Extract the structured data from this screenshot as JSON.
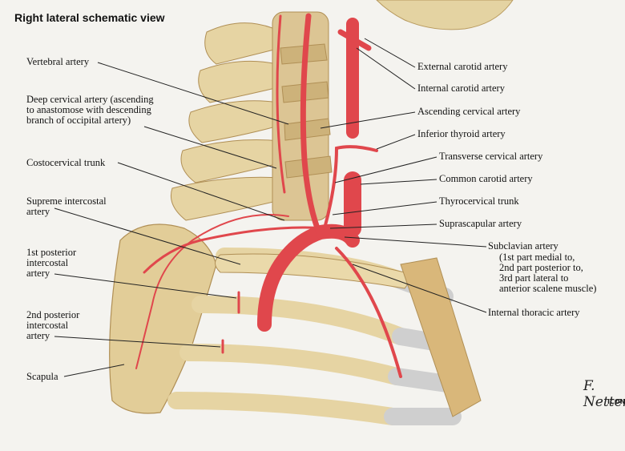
{
  "title": "Right lateral schematic view",
  "labels": {
    "vertebral": "Vertebral artery",
    "deep_cervical": "Deep cervical artery (ascending\nto anastomose with descending\nbranch of occipital artery)",
    "costocervical": "Costocervical trunk",
    "supreme_intercostal": "Supreme intercostal\nartery",
    "first_posterior": "1st posterior\nintercostal\nartery",
    "second_posterior": "2nd posterior\nintercostal\nartery",
    "scapula": "Scapula",
    "external_carotid": "External carotid artery",
    "internal_carotid": "Internal carotid artery",
    "ascending_cervical": "Ascending cervical artery",
    "inferior_thyroid": "Inferior thyroid artery",
    "transverse_cervical": "Transverse cervical artery",
    "common_carotid": "Common carotid artery",
    "thyrocervical": "Thyrocervical trunk",
    "suprascapular": "Suprascapular artery",
    "subclavian": "Subclavian artery",
    "subclavian_note": "(1st part medial to,\n2nd part posterior to,\n3rd part lateral to\nanterior scalene muscle)",
    "internal_thoracic": "Internal thoracic artery"
  },
  "signature": "F. Netter",
  "signature_sub": "ICON",
  "colors": {
    "background": "#f4f3ef",
    "bone": "#e8d7a8",
    "bone_shadow": "#c9ae72",
    "cartilage": "#c9c9c9",
    "artery": "#e0474c",
    "artery_dark": "#b8262c",
    "leader": "#222222"
  }
}
